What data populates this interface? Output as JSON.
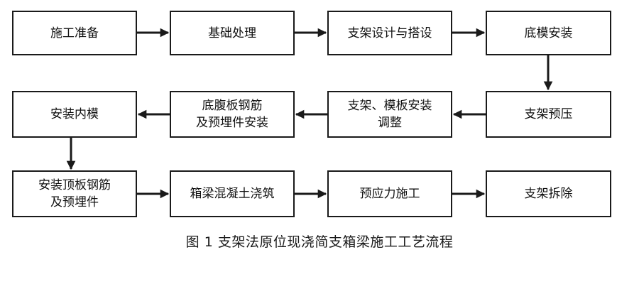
{
  "steps": {
    "s1": "施工准备",
    "s2": "基础处理",
    "s3": "支架设计与搭设",
    "s4": "底模安装",
    "s5": "支架预压",
    "s6": "支架、模板安装\n调整",
    "s7": "底腹板钢筋\n及预埋件安装",
    "s8": "安装内模",
    "s9": "安装顶板钢筋\n及预埋件",
    "s10": "箱梁混凝土浇筑",
    "s11": "预应力施工",
    "s12": "支架拆除"
  },
  "caption": "图 1   支架法原位现浇简支箱梁施工工艺流程",
  "colors": {
    "stroke": "#1a1a1a",
    "background": "#ffffff"
  }
}
